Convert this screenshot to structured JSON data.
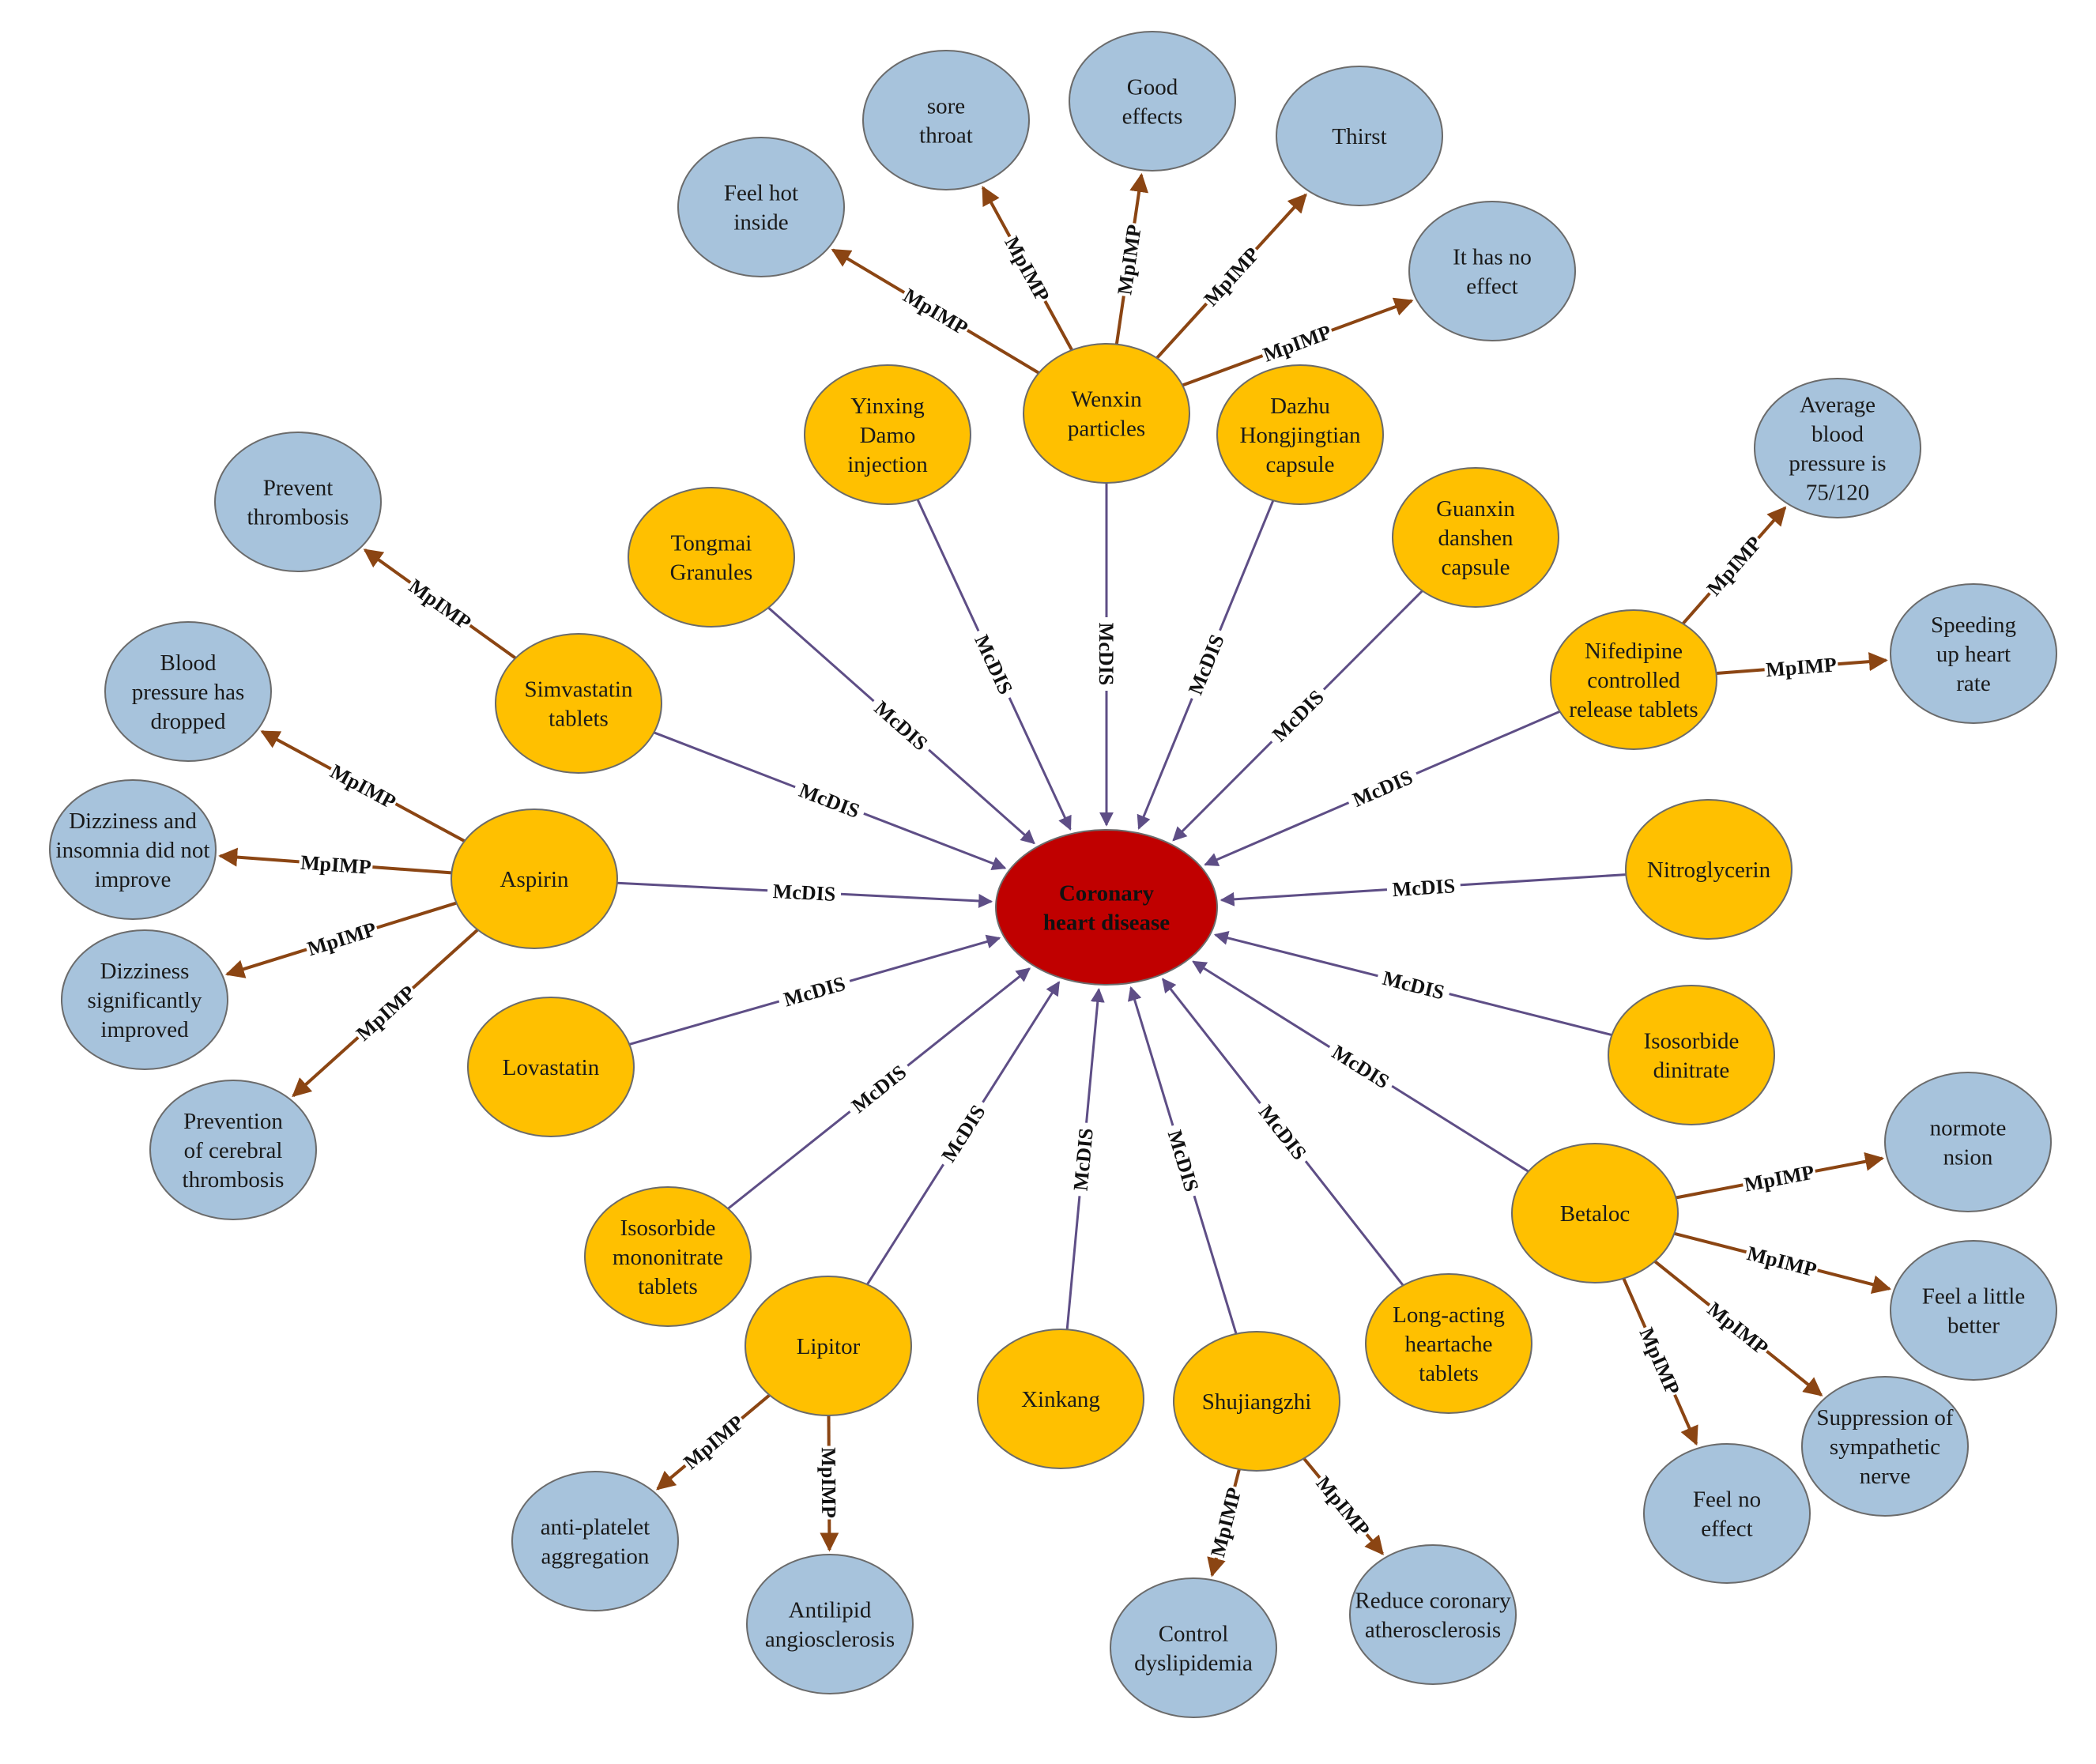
{
  "colors": {
    "center_fill": "#C00000",
    "drug_fill": "#FFC000",
    "effect_fill": "#A7C3DC",
    "node_stroke": "#6b6b6b",
    "mcdis_edge": "#5E4E86",
    "mpimp_edge": "#8B4513"
  },
  "edge_labels": {
    "mcdis": "McDIS",
    "mpimp": "MpIMP"
  },
  "center": {
    "id": "chd",
    "lines": [
      "Coronary",
      "heart disease"
    ]
  },
  "drugs": [
    {
      "id": "wenxin",
      "lines": [
        "Wenxin",
        "particles"
      ]
    },
    {
      "id": "yinxing",
      "lines": [
        "Yinxing",
        "Damo",
        "injection"
      ]
    },
    {
      "id": "dazhu",
      "lines": [
        "Dazhu",
        "Hongjingtian",
        "capsule"
      ]
    },
    {
      "id": "tongmai",
      "lines": [
        "Tongmai",
        "Granules"
      ]
    },
    {
      "id": "guanxin",
      "lines": [
        "Guanxin",
        "danshen",
        "capsule"
      ]
    },
    {
      "id": "simvastatin",
      "lines": [
        "Simvastatin",
        "tablets"
      ]
    },
    {
      "id": "nifedipine",
      "lines": [
        "Nifedipine",
        "controlled",
        "release tablets"
      ]
    },
    {
      "id": "aspirin",
      "lines": [
        "Aspirin"
      ]
    },
    {
      "id": "nitroglycerin",
      "lines": [
        "Nitroglycerin"
      ]
    },
    {
      "id": "lovastatin",
      "lines": [
        "Lovastatin"
      ]
    },
    {
      "id": "isosorbide-dinitrate",
      "lines": [
        "Isosorbide",
        "dinitrate"
      ]
    },
    {
      "id": "isosorbide-mononitrate",
      "lines": [
        "Isosorbide",
        "mononitrate",
        "tablets"
      ]
    },
    {
      "id": "betaloc",
      "lines": [
        "Betaloc"
      ]
    },
    {
      "id": "lipitor",
      "lines": [
        "Lipitor"
      ]
    },
    {
      "id": "xinkang",
      "lines": [
        "Xinkang"
      ]
    },
    {
      "id": "shujiangzhi",
      "lines": [
        "Shujiangzhi"
      ]
    },
    {
      "id": "long-acting",
      "lines": [
        "Long-acting",
        "heartache",
        "tablets"
      ]
    }
  ],
  "effects": [
    {
      "id": "feel-hot-inside",
      "from": "wenxin",
      "lines": [
        "Feel hot",
        "inside"
      ]
    },
    {
      "id": "sore-throat",
      "from": "wenxin",
      "lines": [
        "sore",
        "throat"
      ]
    },
    {
      "id": "good-effects",
      "from": "wenxin",
      "lines": [
        "Good",
        "effects"
      ]
    },
    {
      "id": "thirst",
      "from": "wenxin",
      "lines": [
        "Thirst"
      ]
    },
    {
      "id": "it-has-no-effect",
      "from": "wenxin",
      "lines": [
        "It has no",
        "effect"
      ]
    },
    {
      "id": "prevent-thrombosis",
      "from": "simvastatin",
      "lines": [
        "Prevent",
        "thrombosis"
      ]
    },
    {
      "id": "bp-dropped",
      "from": "aspirin",
      "lines": [
        "Blood",
        "pressure has",
        "dropped"
      ]
    },
    {
      "id": "dizziness-no-improve",
      "from": "aspirin",
      "lines": [
        "Dizziness and",
        "insomnia did not",
        "improve"
      ]
    },
    {
      "id": "dizziness-improved",
      "from": "aspirin",
      "lines": [
        "Dizziness",
        "significantly",
        "improved"
      ]
    },
    {
      "id": "prevention-cerebral",
      "from": "aspirin",
      "lines": [
        "Prevention",
        "of cerebral",
        "thrombosis"
      ]
    },
    {
      "id": "average-bp",
      "from": "nifedipine",
      "lines": [
        "Average",
        "blood",
        "pressure is",
        "75/120"
      ]
    },
    {
      "id": "speeding-heart",
      "from": "nifedipine",
      "lines": [
        "Speeding",
        "up heart",
        "rate"
      ]
    },
    {
      "id": "normotension",
      "from": "betaloc",
      "lines": [
        "normote",
        "nsion"
      ]
    },
    {
      "id": "feel-little-better",
      "from": "betaloc",
      "lines": [
        "Feel a little",
        "better"
      ]
    },
    {
      "id": "suppression-sympathetic",
      "from": "betaloc",
      "lines": [
        "Suppression of",
        "sympathetic",
        "nerve"
      ]
    },
    {
      "id": "feel-no-effect",
      "from": "betaloc",
      "lines": [
        "Feel no",
        "effect"
      ]
    },
    {
      "id": "anti-platelet",
      "from": "lipitor",
      "lines": [
        "anti-platelet",
        "aggregation"
      ]
    },
    {
      "id": "antilipid",
      "from": "lipitor",
      "lines": [
        "Antilipid",
        "angiosclerosis"
      ]
    },
    {
      "id": "control-dyslipidemia",
      "from": "shujiangzhi",
      "lines": [
        "Control",
        "dyslipidemia"
      ]
    },
    {
      "id": "reduce-coronary",
      "from": "shujiangzhi",
      "lines": [
        "Reduce coronary",
        "atherosclerosis"
      ]
    }
  ]
}
